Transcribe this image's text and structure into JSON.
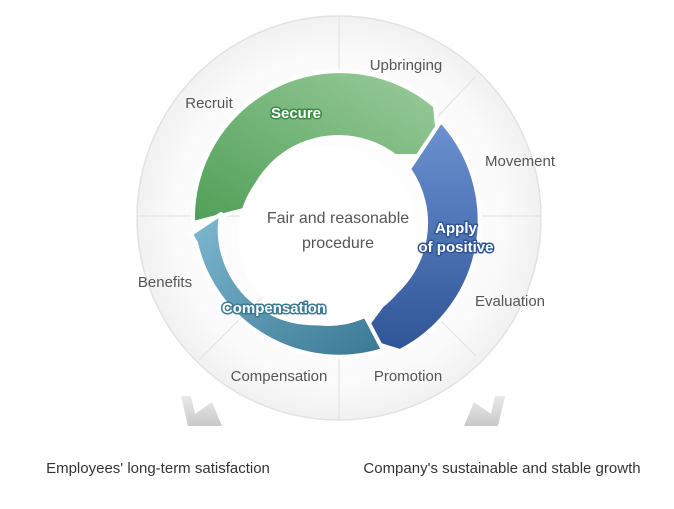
{
  "segments": {
    "recruit": "Recruit",
    "upbringing": "Upbringing",
    "movement": "Movement",
    "evaluation": "Evaluation",
    "promotion": "Promotion",
    "compensation": "Compensation",
    "benefits": "Benefits"
  },
  "arcs": {
    "secure": "Secure",
    "apply_line1": "Apply",
    "apply_line2": "of positive",
    "compensation": "Compensation"
  },
  "center": {
    "line1": "Fair and reasonable",
    "line2": "procedure"
  },
  "outcomes": {
    "left": "Employees' long-term satisfaction",
    "right": "Company's sustainable and stable growth"
  },
  "colors": {
    "green": "#6aae6e",
    "blue": "#4f74b6",
    "teal": "#4f95ad"
  }
}
